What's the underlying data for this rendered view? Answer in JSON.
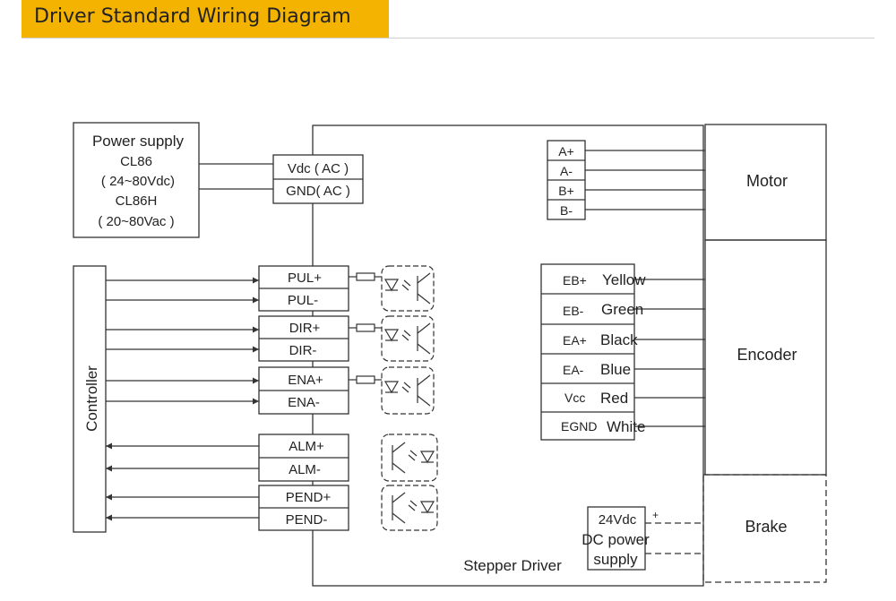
{
  "header": {
    "title": "Driver Standard Wiring Diagram"
  },
  "power_supply": {
    "title": "Power supply",
    "lines": [
      "CL86",
      "( 24~80Vdc)",
      "CL86H",
      "( 20~80Vac )"
    ]
  },
  "power_terminals": [
    "Vdc ( AC )",
    "GND( AC )"
  ],
  "controller": {
    "label": "Controller"
  },
  "signal_terminals": [
    "PUL+",
    "PUL-",
    "DIR+",
    "DIR-",
    "ENA+",
    "ENA-",
    "ALM+",
    "ALM-",
    "PEND+",
    "PEND-"
  ],
  "motor_terminals": [
    "A+",
    "A-",
    "B+",
    "B-"
  ],
  "encoder_terminals": [
    "EB+",
    "EB-",
    "EA+",
    "EA-",
    "Vcc",
    "EGND"
  ],
  "wire_colors": [
    "Yellow",
    "Green",
    "Black",
    "Blue",
    "Red",
    "White"
  ],
  "devices": {
    "motor": "Motor",
    "encoder": "Encoder",
    "brake": "Brake"
  },
  "driver_label": "Stepper Driver",
  "brake_supply": {
    "voltage": "24Vdc",
    "plus": "+",
    "line1": "DC power",
    "line2": "supply"
  }
}
